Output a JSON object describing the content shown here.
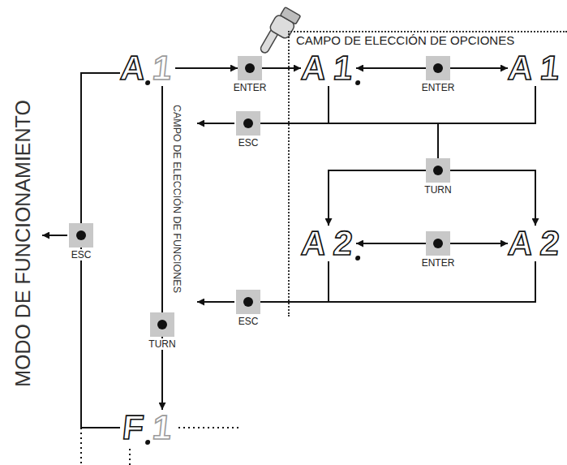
{
  "diagram": {
    "title": "MODO DE FUNCIONAMIENTO",
    "nodes": [
      {
        "text": [
          "A",
          "1"
        ]
      },
      {
        "text": [
          "ENTER"
        ]
      },
      {
        "text": [
          "CAMPO DE ELECCIÓN DE OPCIONES"
        ]
      },
      {
        "text": [
          "A",
          "1"
        ],
        "in": 2
      },
      {
        "text": [
          "ENTER"
        ],
        "in": 2
      },
      {
        "text": [
          "A",
          "1"
        ],
        "in": 2
      },
      {
        "text": [
          "TURN"
        ],
        "in": 2
      },
      {
        "text": [
          "A",
          "2"
        ],
        "in": 2
      },
      {
        "text": [
          "ENTER"
        ],
        "in": 2
      },
      {
        "text": [
          "A",
          "2"
        ],
        "in": 2
      },
      {
        "text": [
          "ESC"
        ]
      },
      {
        "text": [
          "ESC"
        ]
      },
      {
        "text": [
          "ESC"
        ]
      },
      {
        "text": [
          "TURN"
        ]
      },
      {
        "text": [
          "F",
          "1"
        ]
      }
    ],
    "edges": [
      {
        "from": 0,
        "to": 1,
        "arrow": "to"
      },
      {
        "from": 1,
        "to": 3,
        "arrow": "to"
      },
      {
        "from": 4,
        "to": 3,
        "arrow": "to"
      },
      {
        "from": 4,
        "to": 5,
        "arrow": "to"
      },
      {
        "from": 3,
        "to": 10,
        "arrow": "none"
      },
      {
        "from": 5,
        "to": 10,
        "arrow": "none"
      },
      {
        "from": 3,
        "to": 6,
        "arrow": "none"
      },
      {
        "from": 5,
        "to": 6,
        "arrow": "none"
      },
      {
        "from": 6,
        "to": 7,
        "arrow": "to"
      },
      {
        "from": 6,
        "to": 9,
        "arrow": "to"
      },
      {
        "from": 8,
        "to": 7,
        "arrow": "to"
      },
      {
        "from": 8,
        "to": 9,
        "arrow": "to"
      },
      {
        "from": 7,
        "to": 11,
        "arrow": "none"
      },
      {
        "from": 9,
        "to": 11,
        "arrow": "none"
      },
      {
        "from": 0,
        "to": 13,
        "arrow": "none"
      },
      {
        "from": 13,
        "to": 14,
        "arrow": "to"
      },
      {
        "from": 0,
        "to": 12,
        "arrow": "none"
      },
      {
        "from": 14,
        "to": 12,
        "arrow": "none"
      }
    ],
    "labels": [
      "CAMPO DE ELECCIÓN DE FUNCIONES"
    ]
  }
}
